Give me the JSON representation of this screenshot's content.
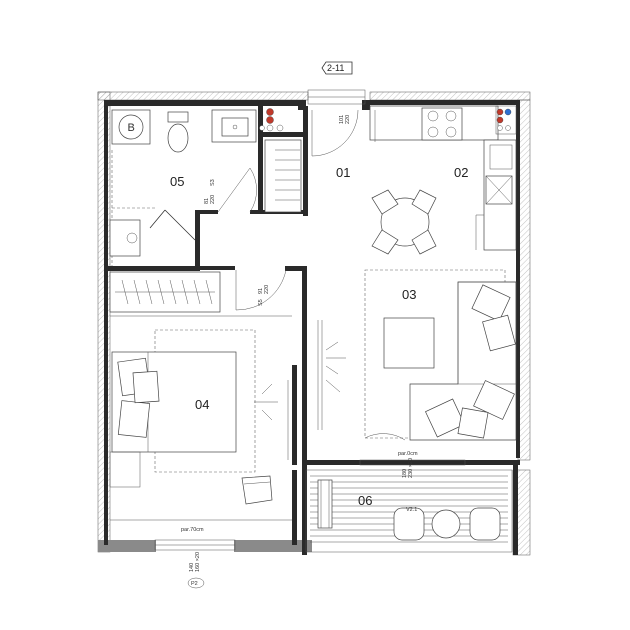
{
  "plan": {
    "unit_tag": "2-11",
    "rooms": [
      {
        "id": "01"
      },
      {
        "id": "02"
      },
      {
        "id": "03"
      },
      {
        "id": "04"
      },
      {
        "id": "05"
      },
      {
        "id": "06"
      }
    ],
    "labels": {
      "door_01_width": "101",
      "door_01_height": "220",
      "door_05_width": "81",
      "door_05_height": "220",
      "door_05_code": "S3",
      "door_04_width": "91",
      "door_04_height": "220",
      "door_04_code": "S5",
      "boiler": "B",
      "sill_03": "par.0cm",
      "sill_04": "par.70cm",
      "win_04_top": "140",
      "win_04_bottom": "160 ×20",
      "win_04_code": "P2",
      "win_06_top": "180",
      "win_06_bottom": "230 ×20",
      "win_06_code": "V2.1"
    }
  }
}
